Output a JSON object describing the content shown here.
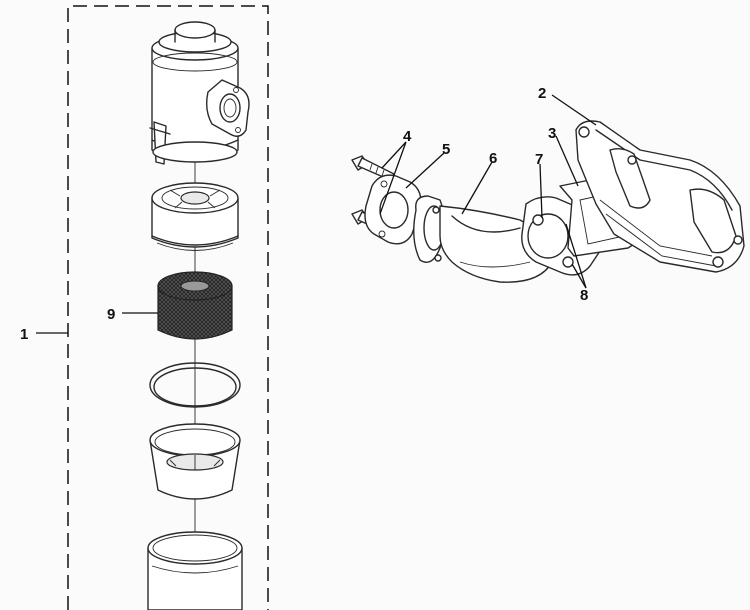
{
  "callouts": {
    "c1": "1",
    "c2": "2",
    "c3": "3",
    "c4": "4",
    "c5": "5",
    "c6": "6",
    "c7": "7",
    "c8": "8",
    "c9": "9"
  },
  "colors": {
    "line": "#2a2a2a",
    "background": "#fbfbfb",
    "mesh": "#3a3a3a"
  }
}
